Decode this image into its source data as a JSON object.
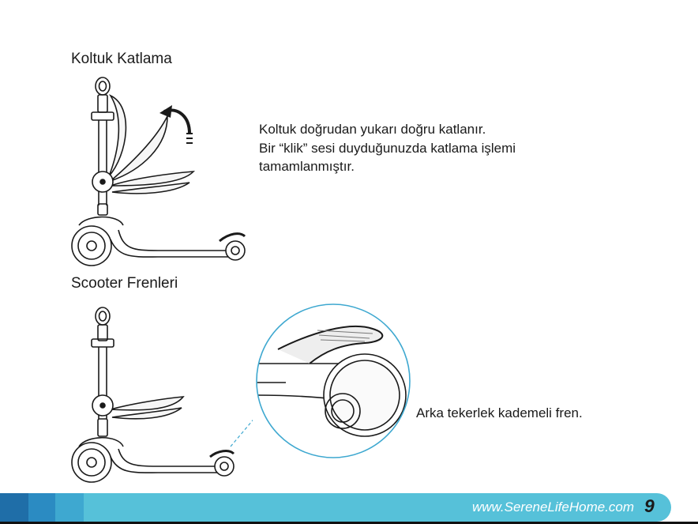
{
  "sections": {
    "seat_folding": {
      "title": "Koltuk Katlama",
      "lines": [
        "Koltuk doğrudan yukarı doğru katlanır.",
        "Bir “klik” sesi duyduğunuzda katlama işlemi",
        "tamamlanmıştır."
      ]
    },
    "brakes": {
      "title": "Scooter Frenleri",
      "note": "Arka tekerlek kademeli fren."
    }
  },
  "footer": {
    "url": "www.SereneLifeHome.com",
    "page_number": "9"
  },
  "colors": {
    "footer_bar": "#56c1d9",
    "footer_block_1": "#1f6ea8",
    "footer_block_2": "#2b8bc2",
    "footer_block_3": "#3ea8d0",
    "text": "#1a1a1a"
  }
}
